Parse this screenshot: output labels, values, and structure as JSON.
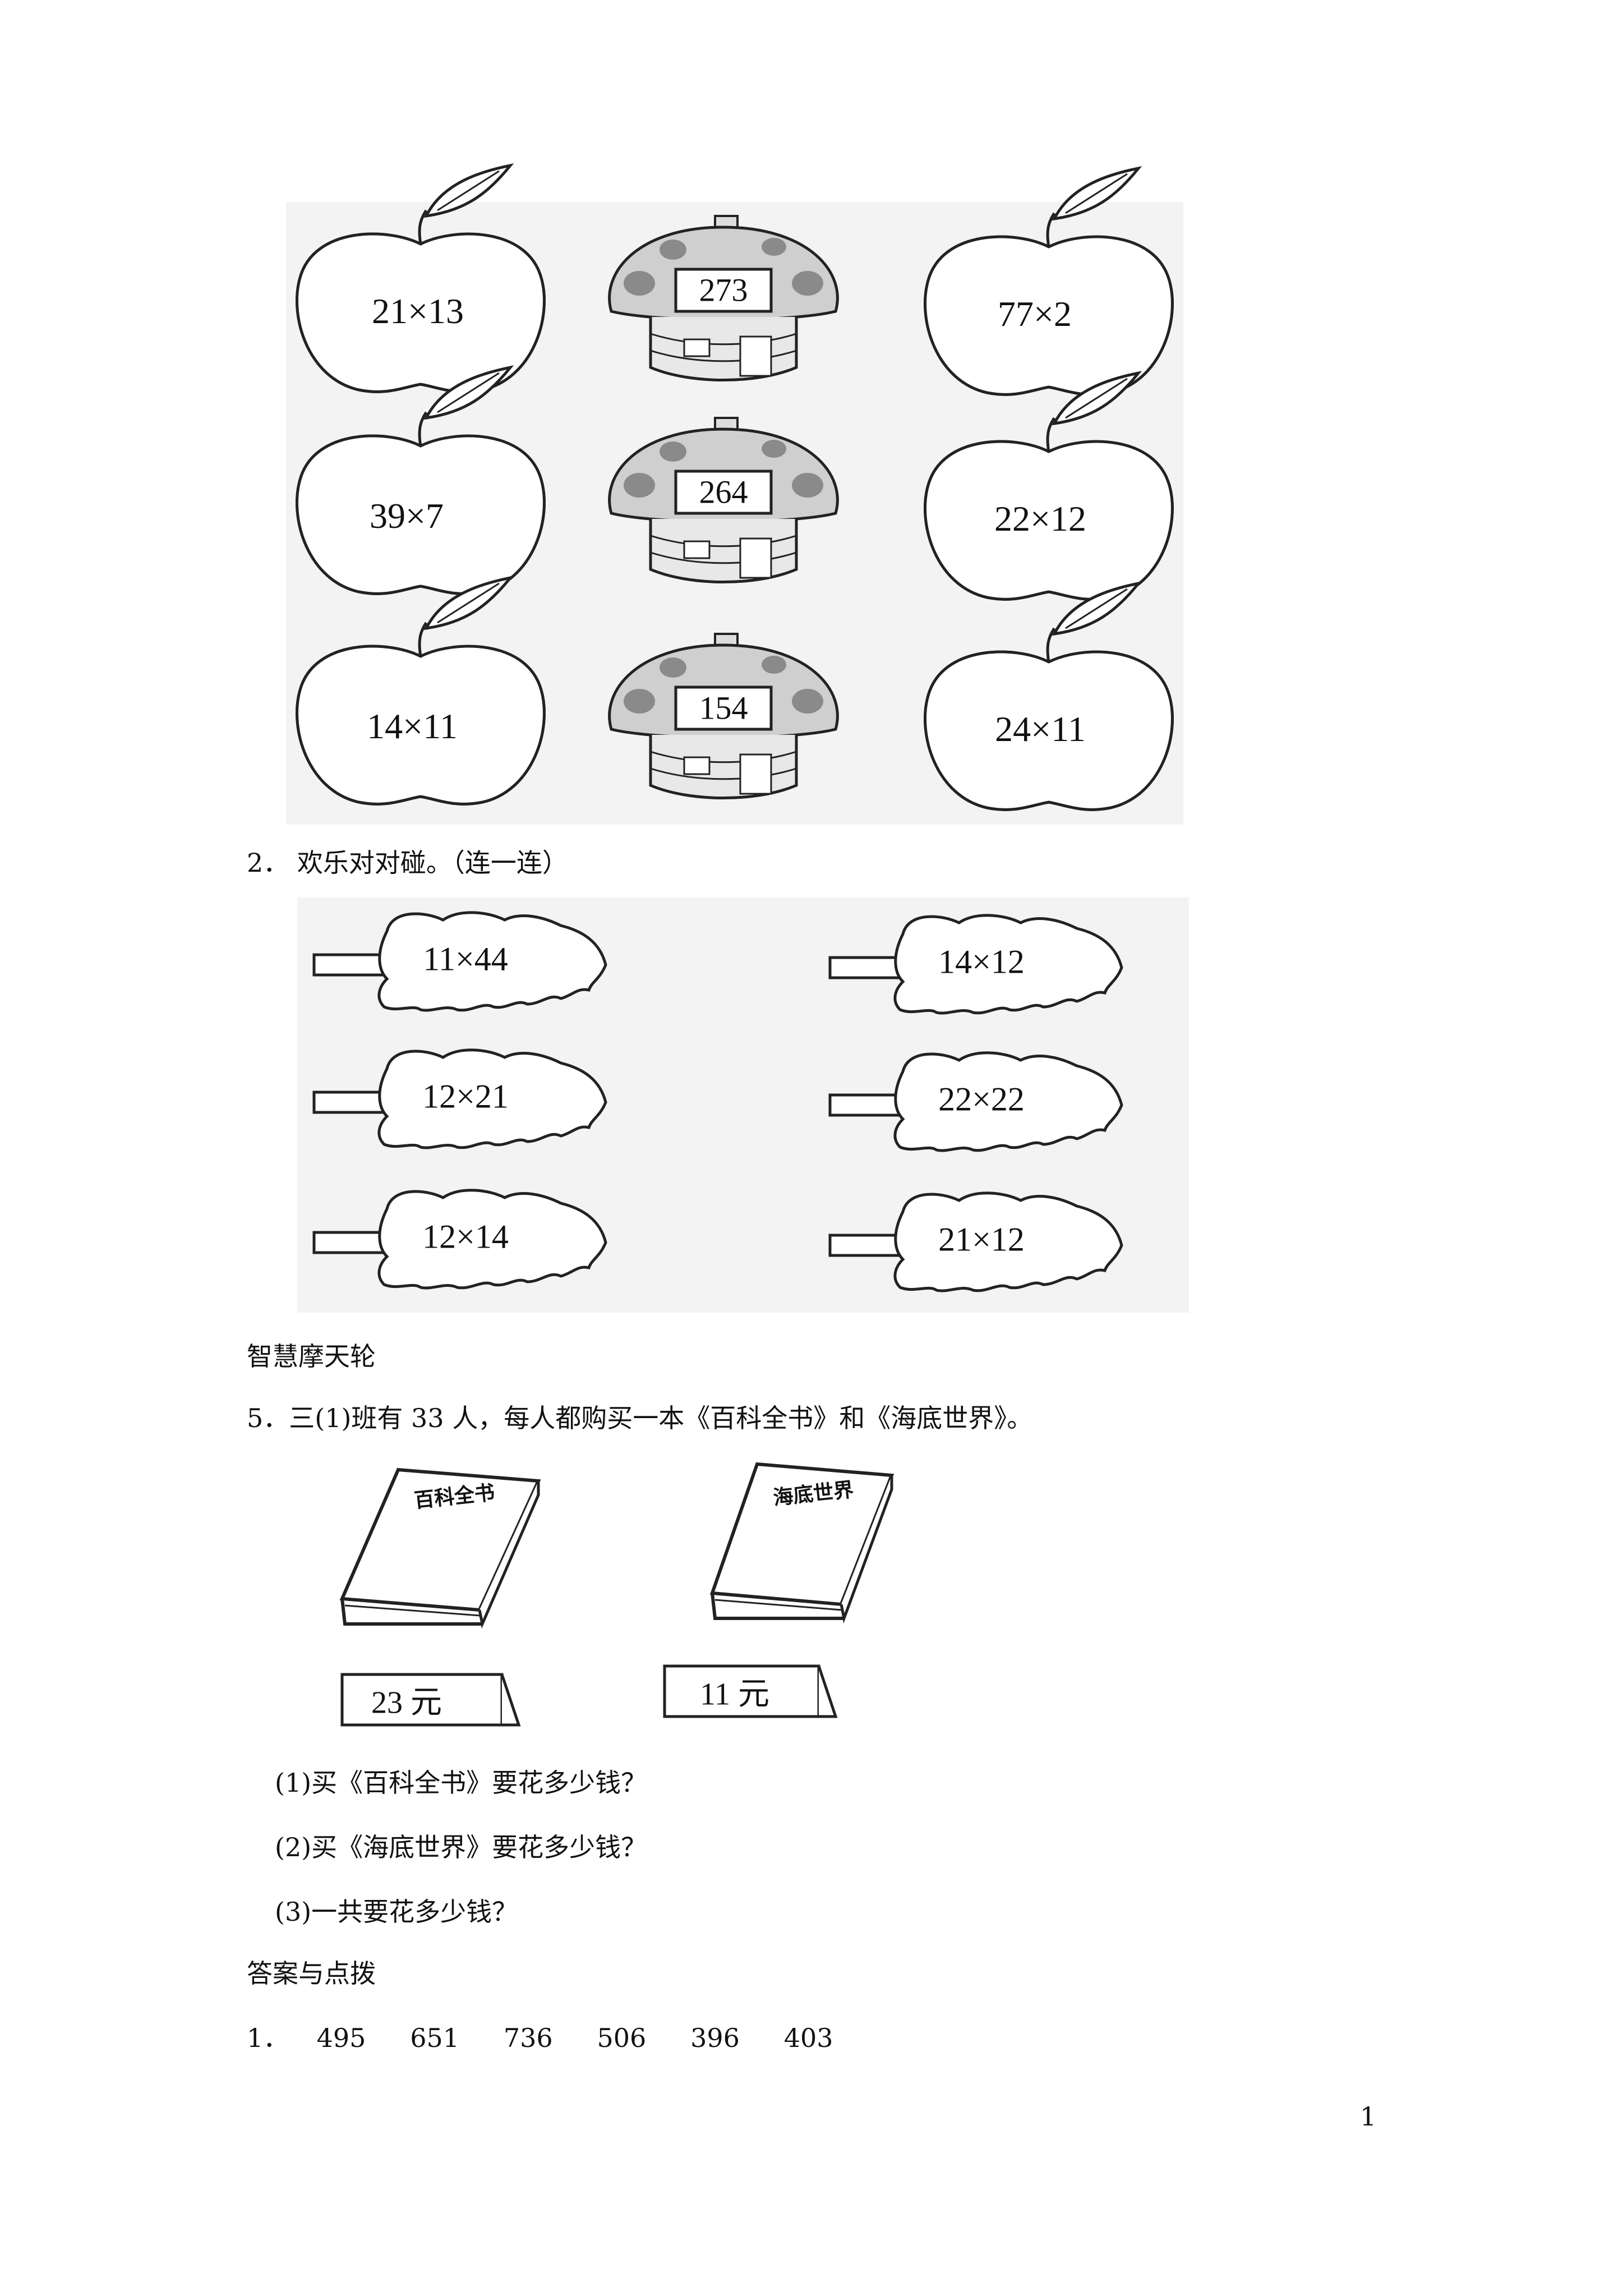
{
  "figure1": {
    "left_apples": [
      "21×13",
      "39×7",
      "14×11"
    ],
    "houses": [
      "273",
      "264",
      "154"
    ],
    "right_apples": [
      "77×2",
      "22×12",
      "24×11"
    ]
  },
  "question2": {
    "heading": "2．  欢乐对对碰。（连一连）",
    "left_leaves": [
      "11×44",
      "12×21",
      "12×14"
    ],
    "right_leaves": [
      "14×12",
      "22×22",
      "21×12"
    ]
  },
  "section_title": "智慧摩天轮",
  "question5": {
    "text": "5．三(1)班有 33 人，每人都购买一本《百科全书》和《海底世界》。",
    "books": [
      {
        "title": "百科全书",
        "price": "23 元"
      },
      {
        "title": "海底世界",
        "price": "11 元"
      }
    ],
    "sub_questions": [
      "(1)买《百科全书》要花多少钱？",
      "(2)买《海底世界》要花多少钱？",
      "(3)一共要花多少钱？"
    ]
  },
  "answers": {
    "heading": "答案与点拨",
    "line1_label": "1．",
    "line1_values": [
      "495",
      "651",
      "736",
      "506",
      "396",
      "403"
    ]
  },
  "page_number": "1"
}
